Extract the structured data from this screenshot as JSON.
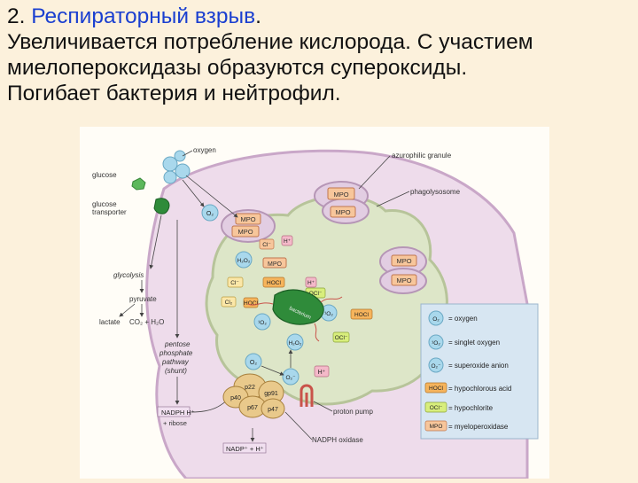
{
  "heading": {
    "line1_num": "2. ",
    "line1_link": "Респираторный взрыв",
    "line1_end": ".",
    "line2": "Увеличивается потребление кислорода. С участием",
    "line3": "миелопероксидазы образуются супероксиды.",
    "line4": "Погибает бактерия и нейтрофил."
  },
  "diagram": {
    "labels": {
      "oxygen": "oxygen",
      "glucose": "glucose",
      "glucose_transporter_1": "glucose",
      "glucose_transporter_2": "transporter",
      "azurophilic_granule": "azurophilic granule",
      "phagolysosome": "phagolysosome",
      "glycolysis": "glycolysis",
      "pyruvate": "pyruvate",
      "lactate": "lactate",
      "co2_h2o": "CO₂ + H₂O",
      "pentose_1": "pentose",
      "pentose_2": "phosphate",
      "pentose_3": "pathway",
      "pentose_4": "(shunt)",
      "nadph_h": "NADPH  H⁺",
      "ribose": "+ ribose",
      "nadp_h": "NADP⁺ + H⁺",
      "nadph_oxidase": "NADPH oxidase",
      "proton_pump": "proton pump",
      "bacterium": "bacterium"
    },
    "molecules": {
      "o2": "O₂",
      "o2_minus": "O₂⁻",
      "singlet_o2": "¹O₂",
      "h2o2": "H₂O₂",
      "hocl": "HOCl",
      "ocl_minus": "OCl⁻",
      "cl_minus": "Cl⁻",
      "cl2": "Cl₂",
      "h_plus": "H⁺",
      "mpo": "MPO",
      "p22": "p22",
      "gp91": "gp91",
      "p40": "p40",
      "p67": "p67",
      "p47": "p47"
    },
    "legend": [
      {
        "symbol": "O₂",
        "text": "= oxygen",
        "kind": "circle"
      },
      {
        "symbol": "¹O₂",
        "text": "= singlet oxygen",
        "kind": "circle"
      },
      {
        "symbol": "O₂⁻",
        "text": "= superoxide anion",
        "kind": "circle"
      },
      {
        "symbol": "HOCl",
        "text": "= hypochlorous acid",
        "kind": "hocl"
      },
      {
        "symbol": "OCl⁻",
        "text": "= hypochlorite",
        "kind": "ocl"
      },
      {
        "symbol": "MPO",
        "text": "= myeloperoxidase",
        "kind": "mpo"
      }
    ],
    "colors": {
      "cell": "#eedceb",
      "cell_border": "#c9a7c8",
      "vacuole": "#dde6c8",
      "vacuole_border": "#b7c49a",
      "granule": "#e2cde2",
      "mpo": "#f7c69b",
      "mpo_border": "#c0764f",
      "oxygen": "#a9d8ec",
      "legend_bg": "#d7e6f2",
      "bacterium": "#2f8b3a",
      "hocl": "#f6b45c",
      "ocl": "#d8ee7c",
      "h_plus": "#f4b9c9",
      "oxidase": "#e9c98b"
    }
  }
}
